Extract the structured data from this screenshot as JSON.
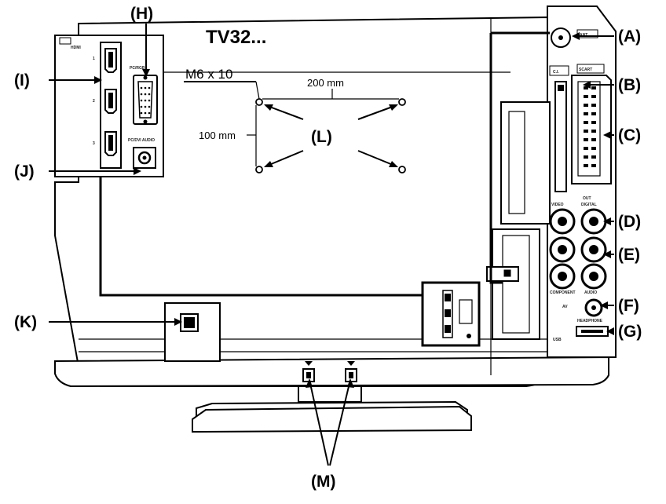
{
  "model_label": "TV32...",
  "screw_spec": "M6 x 10",
  "dim_width": "200 mm",
  "dim_height": "100 mm",
  "callouts": {
    "A": "(A)",
    "B": "(B)",
    "C": "(C)",
    "D": "(D)",
    "E": "(E)",
    "F": "(F)",
    "G": "(G)",
    "H": "(H)",
    "I": "(I)",
    "J": "(J)",
    "K": "(K)",
    "L": "(L)",
    "M": "(M)"
  },
  "panel_labels": {
    "hdmi": "HDMI",
    "hdmi_in_1": "1",
    "hdmi_in_2": "2",
    "hdmi_in_3": "3",
    "pc_rgb": "PC/RGB",
    "pc_audio": "PC/DVI AUDIO",
    "aerial": "ANT.",
    "scart": "SCART",
    "ci": "C.I.",
    "video": "VIDEO",
    "digital_out": "DIGITAL",
    "out": "OUT",
    "component": "COMPONENT",
    "audio": "AUDIO",
    "av": "AV",
    "headphone": "HEADPHONE",
    "usb": "USB"
  },
  "colors": {
    "line": "#000000",
    "panel": "#ffffff",
    "tv_body": "#ffffff"
  }
}
